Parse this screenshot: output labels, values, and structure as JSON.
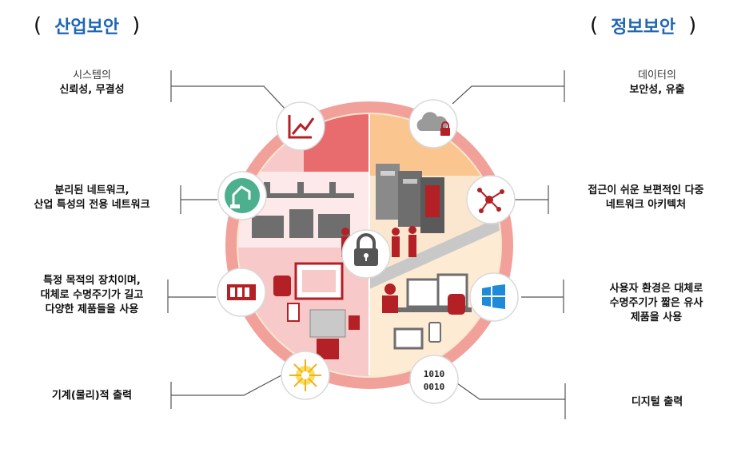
{
  "headers": {
    "left": {
      "open": "(",
      "title": "산업보안",
      "close": ")"
    },
    "right": {
      "open": "(",
      "title": "정보보안",
      "close": ")"
    }
  },
  "left_labels": [
    {
      "line1": "시스템의",
      "line2": "신뢰성, 무결성"
    },
    {
      "line1": "분리된 네트워크,",
      "line2": "산업 특성의 전용 네트워크"
    },
    {
      "line1": "특정 목적의 장치이며,",
      "line2": "대체로 수명주기가 길고",
      "line3": "다양한 제품들을 사용"
    },
    {
      "line1": "기계(물리)적 출력"
    }
  ],
  "right_labels": [
    {
      "line1": "데이터의",
      "line2": "보안성, 유출"
    },
    {
      "line1": "접근이 쉬운 보편적인 다중",
      "line2": "네트워크 아키텍처"
    },
    {
      "line1": "사용자 환경은 대체로",
      "line2": "수명주기가 짧은 유사",
      "line3": "제품을 사용"
    },
    {
      "line1": "디지털 출력"
    }
  ],
  "icons": {
    "left": [
      "trend-chart-icon",
      "robot-arm-icon",
      "plc-module-icon",
      "spark-icon"
    ],
    "right": [
      "cloud-lock-icon",
      "network-nodes-icon",
      "windows-icon",
      "binary-icon"
    ],
    "center": "padlock-icon"
  },
  "binary_text": {
    "line1": "1010",
    "line2": "0010"
  },
  "colors": {
    "accent_blue": "#1f66b3",
    "ring": "#f2a09a",
    "industrial_fill": "#f7c9c9",
    "info_fill": "#fbe7d0",
    "dark_red": "#b32025"
  }
}
